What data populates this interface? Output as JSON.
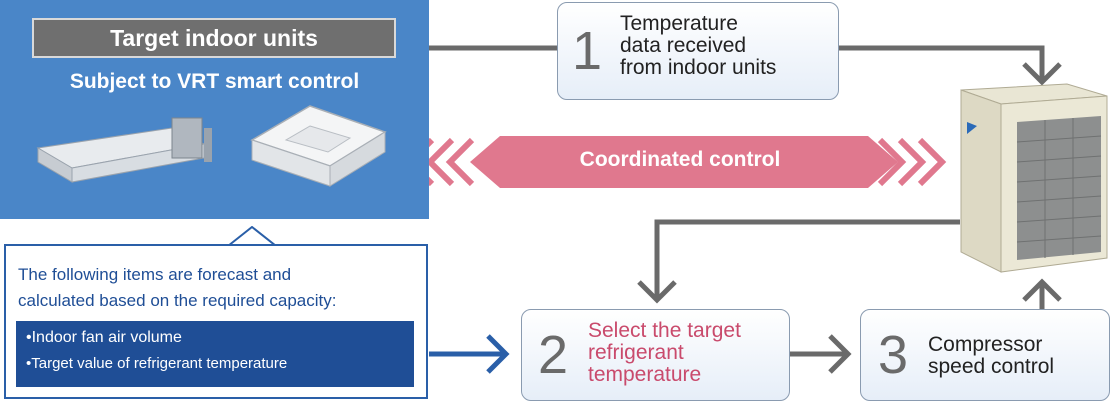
{
  "panel": {
    "title": "Target indoor units",
    "subtitle": "Subject to VRT smart control"
  },
  "forecast": {
    "line1": "The following items are forecast and",
    "line2": "calculated based on the required capacity:",
    "items": [
      "•Indoor fan air volume",
      "•Target value of refrigerant temperature"
    ]
  },
  "coordinated": {
    "label": "Coordinated control"
  },
  "steps": [
    {
      "number": "1",
      "lines": [
        "Temperature",
        "data received",
        "from indoor units"
      ]
    },
    {
      "number": "2",
      "lines": [
        "Select the target",
        "refrigerant",
        "temperature"
      ]
    },
    {
      "number": "3",
      "lines": [
        "Compressor",
        "speed control"
      ]
    }
  ],
  "colors": {
    "panel_blue": "#4a86c8",
    "dark_blue": "#1f4e96",
    "pink": "#e0788e",
    "pink_text": "#c94a6c",
    "arrow_gray": "#6a6a6a"
  }
}
